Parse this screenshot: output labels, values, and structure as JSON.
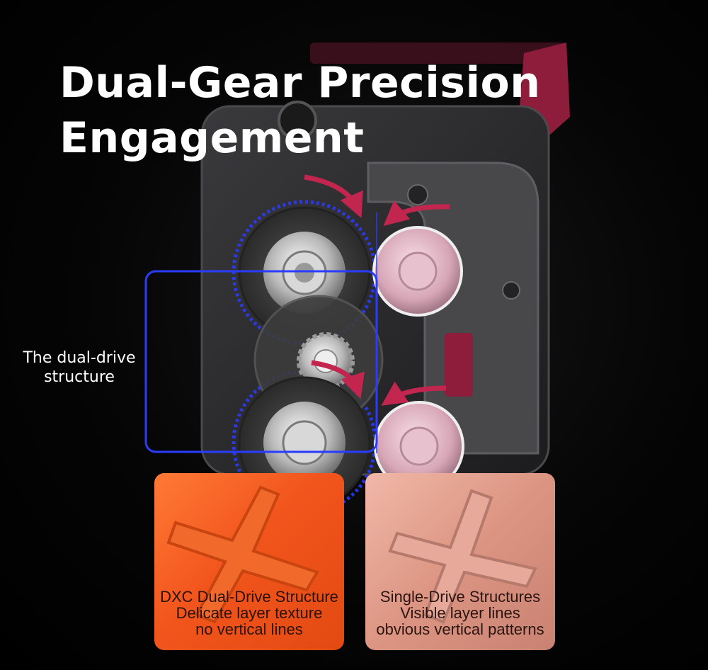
{
  "title": {
    "line1": "Dual-Gear Precision",
    "line2": "Engagement"
  },
  "callout": {
    "line1": "The dual-drive",
    "line2": "structure"
  },
  "comparison": [
    {
      "name": "dxc",
      "lines": [
        "DXC Dual-Drive Structure",
        "Delicate layer texture",
        "no vertical lines"
      ]
    },
    {
      "name": "single",
      "lines": [
        "Single-Drive Structures",
        "Visible layer lines",
        "obvious vertical patterns"
      ]
    }
  ],
  "colors": {
    "highlight": "#2a3cff",
    "arrow": "#c2254e",
    "accent": "#b81f4a"
  }
}
